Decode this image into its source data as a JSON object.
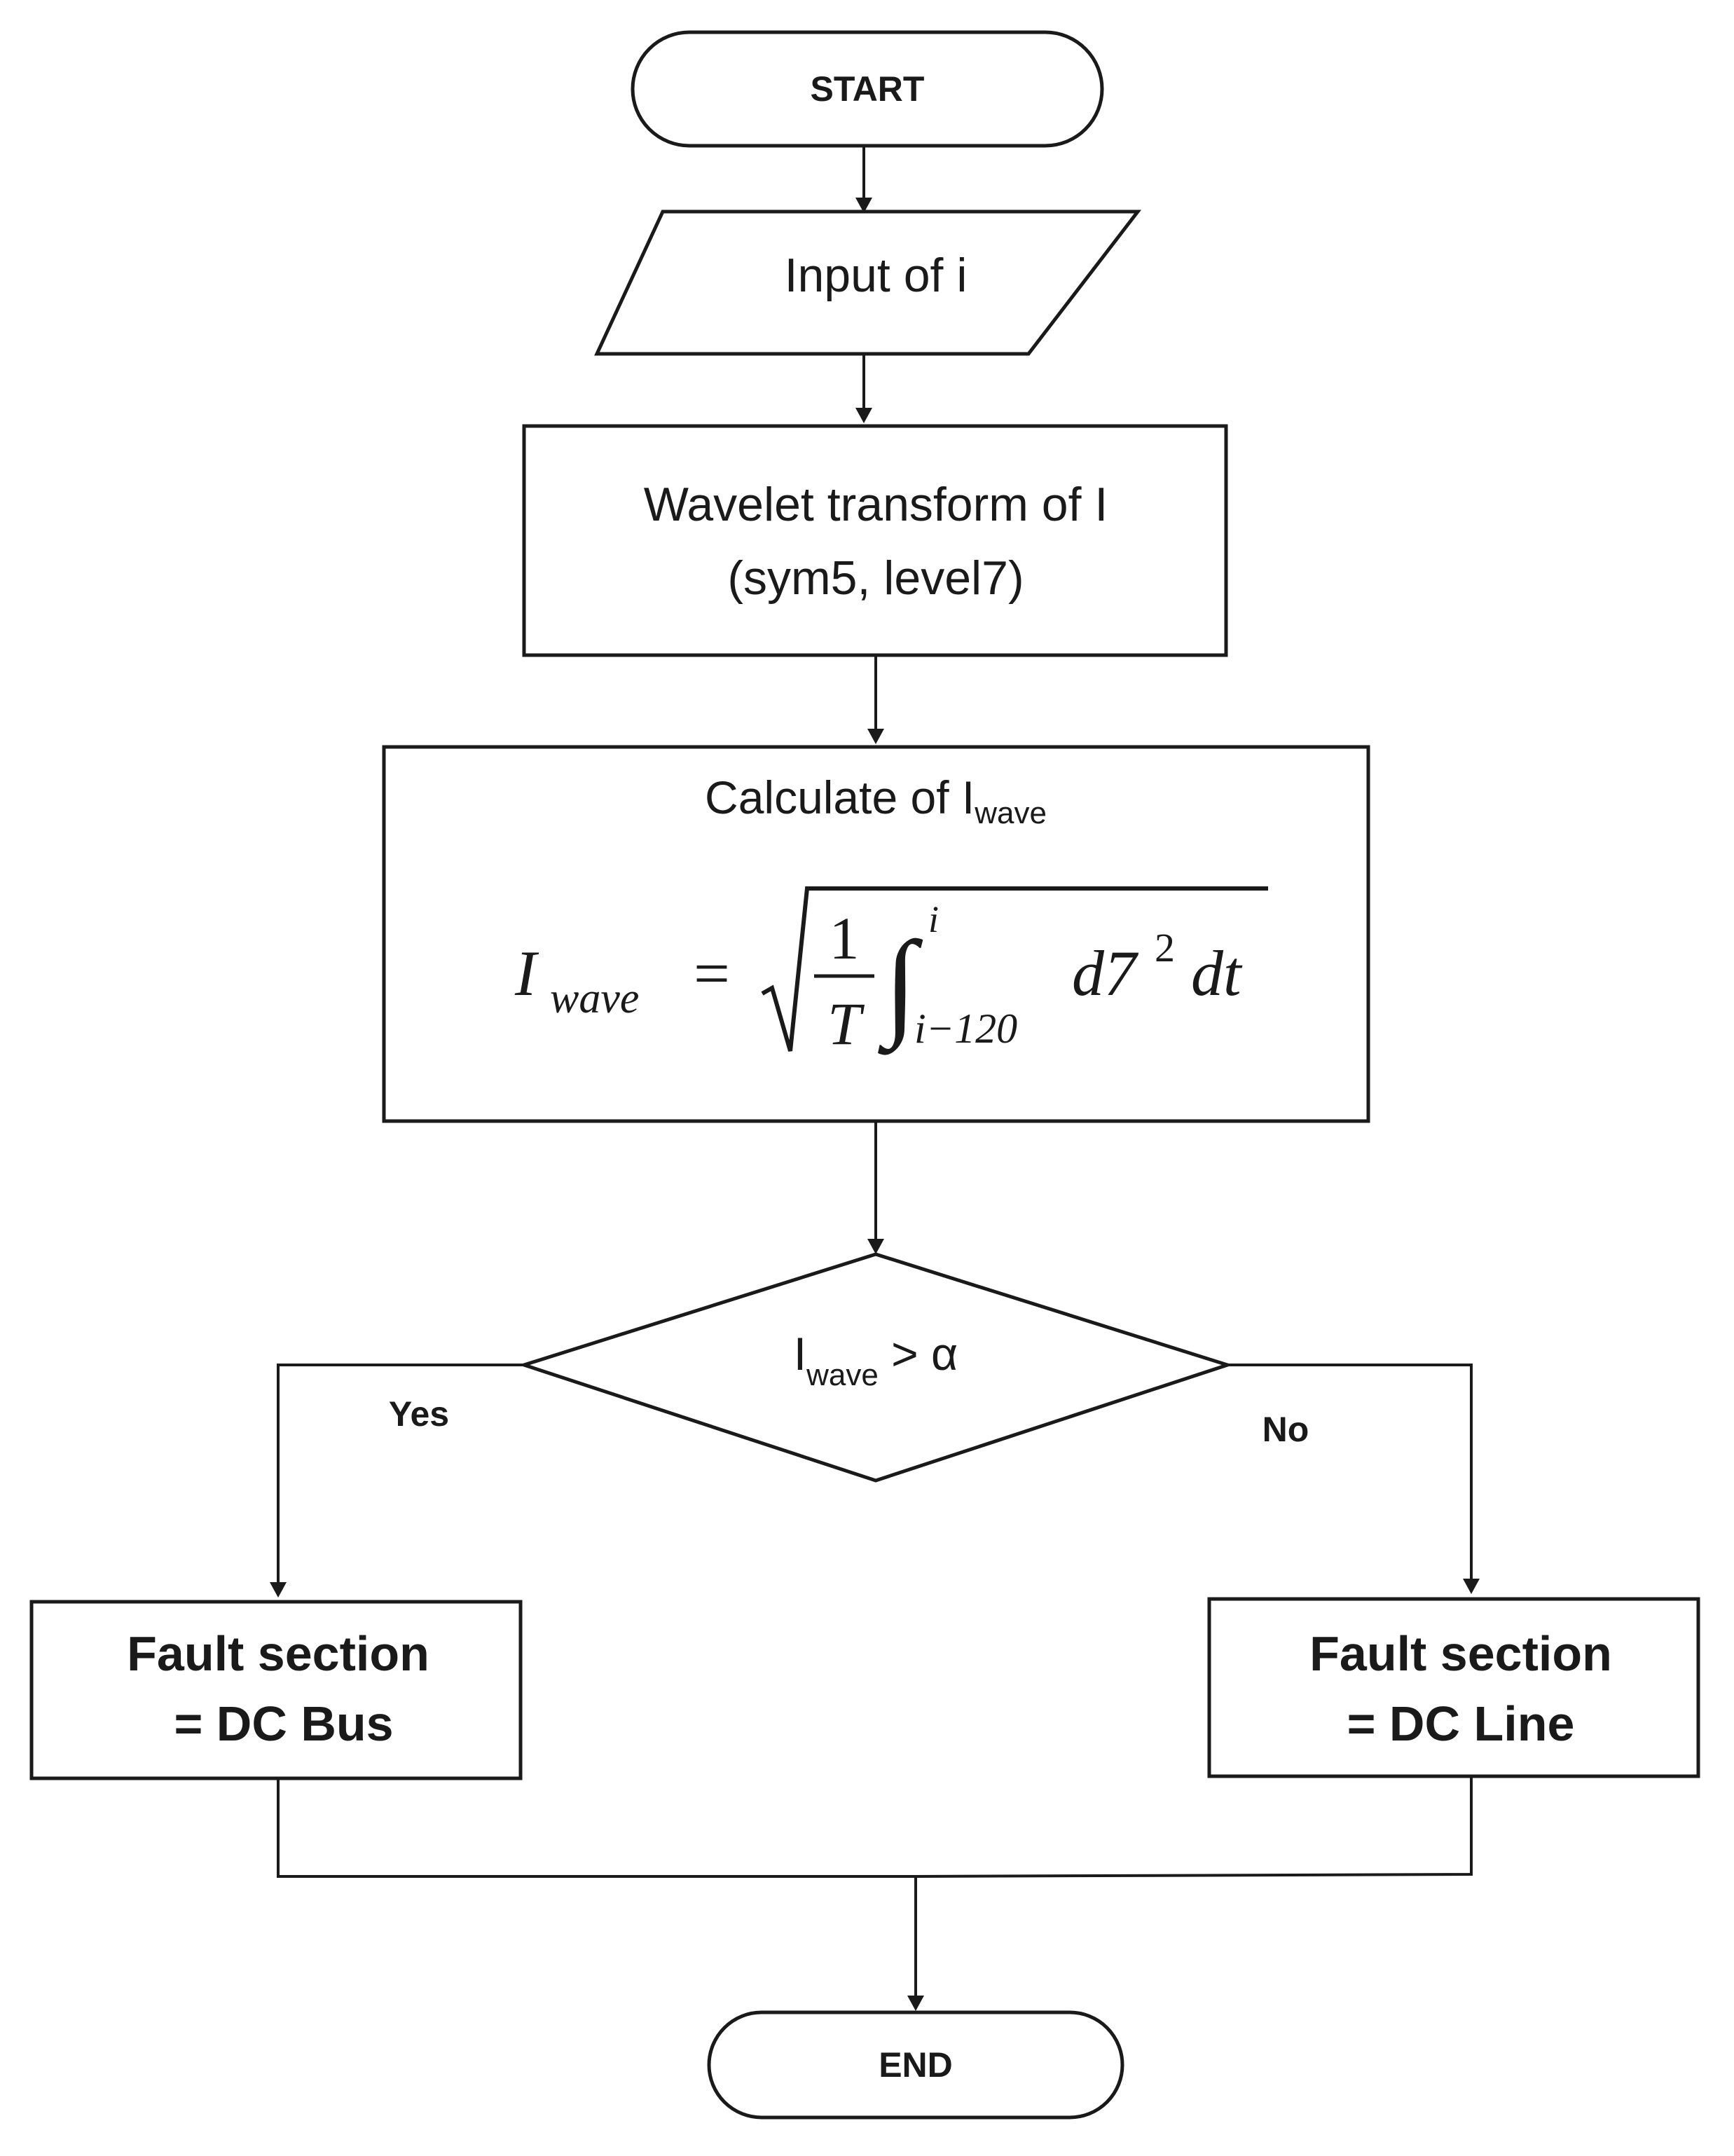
{
  "nodes": {
    "start": {
      "label": "START"
    },
    "input": {
      "label": "Input of i"
    },
    "wavelet": {
      "line1": "Wavelet transform of I",
      "line2": "(sym5, level7)"
    },
    "calc": {
      "title_main": "Calculate of I",
      "title_sub": "wave",
      "formula": {
        "lhs": "I",
        "lhs_sub": "wave",
        "equals": "=",
        "num": "1",
        "den": "T",
        "integral": "∫",
        "upper": "i",
        "lower": "i−120",
        "integrand": "d7",
        "power": "2",
        "dt": "dt"
      }
    },
    "decision": {
      "main": "I",
      "sub": "wave",
      "rest": " > α"
    },
    "bus": {
      "line1": "Fault section",
      "line2": "= DC Bus"
    },
    "line": {
      "line1": "Fault section",
      "line2": "= DC Line"
    },
    "end": {
      "label": "END"
    }
  },
  "edges": {
    "yes_label": "Yes",
    "no_label": "No"
  }
}
